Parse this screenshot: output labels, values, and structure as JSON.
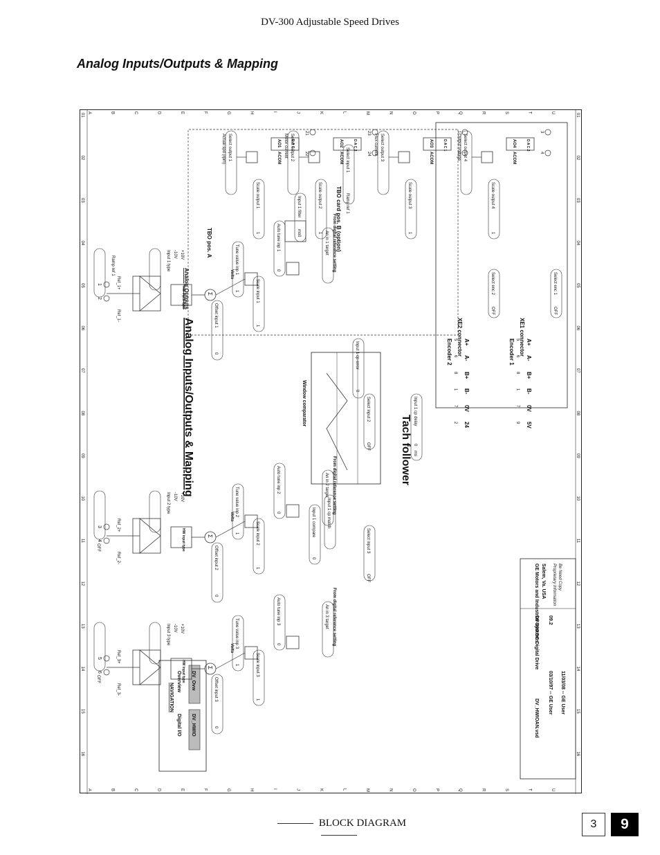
{
  "header": {
    "title": "DV-300 Adjustable Speed Drives"
  },
  "section": {
    "title": "Analog Inputs/Outputs & Mapping"
  },
  "footer": {
    "label": "BLOCK DIAGRAM",
    "page_small": "3",
    "page_big": "9"
  },
  "diagram": {
    "title": "Analog Inputs/Outputs & Mapping",
    "tach_title": "Tach follower",
    "row_numbers": [
      "01",
      "02",
      "03",
      "04",
      "05",
      "06",
      "07",
      "08",
      "09",
      "10",
      "11",
      "12",
      "13",
      "14",
      "15",
      "16"
    ],
    "column_letters": [
      "A",
      "B",
      "C",
      "D",
      "E",
      "F",
      "G",
      "H",
      "I",
      "J",
      "K",
      "L",
      "M",
      "N",
      "O",
      "P",
      "Q",
      "R",
      "S",
      "T",
      "U"
    ],
    "navigation": {
      "title": "NAVIGATION",
      "overview": "Overview",
      "digital_io": "Digital I/O",
      "ovw": "DV_Ovw",
      "hwio": "DV_HWIO"
    },
    "inputs": [
      {
        "pins": [
          "1",
          "2"
        ],
        "ref_plus": "Ref_1+",
        "ref_minus": "Ref_1-",
        "select": "Select input 1",
        "ramp": "Ramp ref 1",
        "type": "Input 1 type",
        "range_lo": "-10V",
        "range_hi": "+10V",
        "hw": "HW input type",
        "volts": "Volts",
        "offset": "Offset input 1",
        "offset_val": "0",
        "tune": "Tune value inp 1",
        "tune_val": "1",
        "scale": "Scale input 1",
        "scale_val": "1",
        "auto_tune": "Auto tune inp 1",
        "auto_val": "0",
        "filter": "Input 1 filter",
        "filter_val": "0",
        "filter_unit": "ms",
        "target": "An in 1 target",
        "ramp2": "Ramp ref 1",
        "digital_ref": "From digital reference setting"
      },
      {
        "pins": [
          "3",
          "4"
        ],
        "ref_plus": "Ref_2+",
        "ref_minus": "Ref_2-",
        "select": "Select input 2",
        "select_val": "OFF",
        "type": "Input 2 type",
        "range_lo": "-10V",
        "range_hi": "+10V",
        "hw": "HW input type",
        "volts": "Volts",
        "offset": "Offset input 2",
        "offset_val": "0",
        "tune": "Tune value inp 2",
        "tune_val": "1",
        "scale": "Scale input 2",
        "scale_val": "1",
        "auto_tune": "Auto tune inp 2",
        "auto_val": "0",
        "target": "An in 2 target",
        "select2": "Select input 2",
        "select2_val": "OFF",
        "digital_ref": "From digital reference setting"
      },
      {
        "pins": [
          "5",
          "6"
        ],
        "ref_plus": "Ref_3+",
        "ref_minus": "Ref_3-",
        "select": "Select input 3",
        "select_val": "OFF",
        "type": "Input 3 type",
        "range_lo": "-10V",
        "range_hi": "+10V",
        "hw": "HW input type",
        "volts": "Volts",
        "offset": "Offset input 3",
        "offset_val": "0",
        "tune": "Tune value inp 3",
        "tune_val": "1",
        "scale": "Scale input 3",
        "scale_val": "1",
        "auto_tune": "Auto tune inp 3",
        "auto_val": "0",
        "target": "An in 3 target",
        "select2": "Select input 3",
        "select2_val": "OFF",
        "digital_ref": "From digital reference setting"
      }
    ],
    "window": {
      "title": "Window comparator",
      "compare": "Input 1 compare",
      "compare_val": "0",
      "match": "Input 1 cp match",
      "delay": "Input 1 cp delay",
      "delay_val": "0",
      "delay_unit": "ms",
      "error": "Input 1 cp error",
      "error_val": "0"
    },
    "outputs": {
      "section_title": "Analog Outputs",
      "tbo_a": "TBO pos. A",
      "tbo_b": "TBO card pos. B (option)",
      "items": [
        {
          "select": "Select output 1",
          "value": "Actual spd (rpm)",
          "scale": "Scale output 1",
          "scale_val": "1",
          "dac": "D A C 1",
          "ao": "AO1",
          "acom": "ACOM",
          "pin_a": "21",
          "pin_b": "22"
        },
        {
          "select": "Select output 2",
          "value": "Motor current",
          "scale": "Scale output 2",
          "scale_val": "1",
          "dac": "D A C 2",
          "ao": "AO2",
          "acom": "ACOM",
          "pin_a": "23",
          "pin_b": "24"
        },
        {
          "select": "Select output 3",
          "value": "Flux current",
          "scale": "Scale output 3",
          "scale_val": "1",
          "dac": "D A C 1",
          "ao": "AO3",
          "acom": "ACOM",
          "pin_a": "1",
          "pin_b": "2"
        },
        {
          "select": "Select output 4",
          "value": "Output voltage",
          "scale": "Scale output 4",
          "scale_val": "1",
          "dac": "D A C 2",
          "ao": "AO4",
          "acom": "ACOM",
          "pin_a": "3",
          "pin_b": "4"
        }
      ]
    },
    "encoders": [
      {
        "title": "Encoder 2",
        "connector": "XE2 connector",
        "select": "Select enc 2",
        "select_val": "OFF",
        "signals": [
          "A+",
          "A-",
          "B+",
          "B-",
          "0V",
          "24"
        ],
        "pins": [
          "5",
          "6",
          "8",
          "1",
          "7",
          "2"
        ]
      },
      {
        "title": "Encoder 1",
        "connector": "XE1 connector",
        "select": "Select enc 1",
        "select_val": "OFF",
        "signals": [
          "A+",
          "A-",
          "B+",
          "B-",
          "0V",
          "5V"
        ],
        "pins": [
          "5",
          "6",
          "8",
          "1",
          "7",
          "9"
        ]
      }
    ],
    "title_block": {
      "company": "GE Motors and Industrial Systems",
      "location": "Salem, Va. USA",
      "proprietary": "Proprietary Information",
      "need": "Be Need Copy",
      "product": "DV-300 DC Digital Drive",
      "file": "DV_HWIOAN.vsd",
      "rev": "09.2",
      "date1": "03/10/97 -- GE User",
      "date2": "11/03/08 -- GE User"
    }
  }
}
